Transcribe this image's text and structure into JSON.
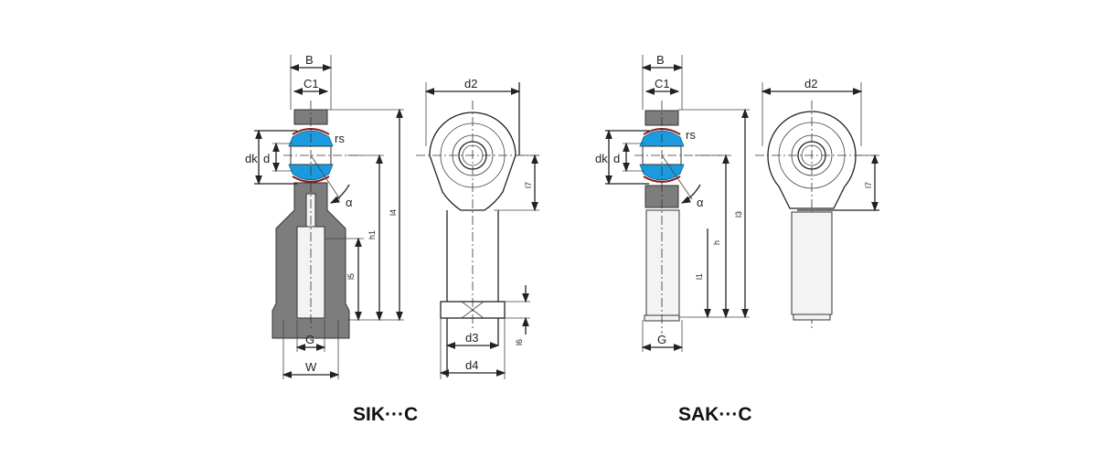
{
  "figures": [
    {
      "caption": "SIK···C",
      "side_labels": {
        "B": "B",
        "C1": "C1",
        "rs": "rs",
        "dk": "dk",
        "d": "d",
        "alpha": "α",
        "l4": "l4",
        "h1": "h1",
        "l5": "l5",
        "G": "G",
        "W": "W"
      },
      "front_labels": {
        "d2": "d2",
        "l7": "l7",
        "l6": "l6",
        "d3": "d3",
        "d4": "d4"
      }
    },
    {
      "caption": "SAK···C",
      "side_labels": {
        "B": "B",
        "C1": "C1",
        "rs": "rs",
        "dk": "dk",
        "d": "d",
        "alpha": "α",
        "l3": "l3",
        "h": "h",
        "l1": "l1",
        "G": "G"
      },
      "front_labels": {
        "d2": "d2",
        "l7": "l7"
      }
    }
  ],
  "colors": {
    "ball": "#1a9be0",
    "housing": "#7d7d7d",
    "liner": "#8a1a1a"
  }
}
